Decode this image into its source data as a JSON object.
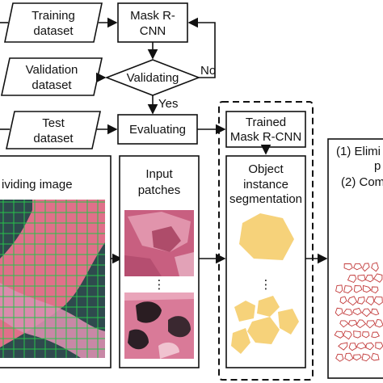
{
  "nodes": {
    "training_dataset": [
      "Training",
      "dataset"
    ],
    "mask_rcnn": [
      "Mask R-",
      "CNN"
    ],
    "validation_dataset": [
      "Validation",
      "dataset"
    ],
    "validating": "Validating",
    "test_dataset": [
      "Test",
      "dataset"
    ],
    "evaluating": "Evaluating",
    "trained_model": [
      "Trained",
      "Mask R-CNN"
    ]
  },
  "edge_labels": {
    "no": "No",
    "yes": "Yes"
  },
  "panels": {
    "dividing": "ividing image",
    "input_patches": [
      "Input",
      "patches"
    ],
    "segmentation": [
      "Object",
      "instance",
      "segmentation"
    ],
    "post": [
      "(1) Elimi",
      "p",
      "(2) Com"
    ],
    "ellipsis": "⋮"
  },
  "colors": {
    "tissue_pink": "#e0708a",
    "background_dark": "#2f4a4e",
    "grid_green": "#27c24a",
    "mask_yellow": "#f6d27a",
    "outline_red": "#c23a3a"
  }
}
